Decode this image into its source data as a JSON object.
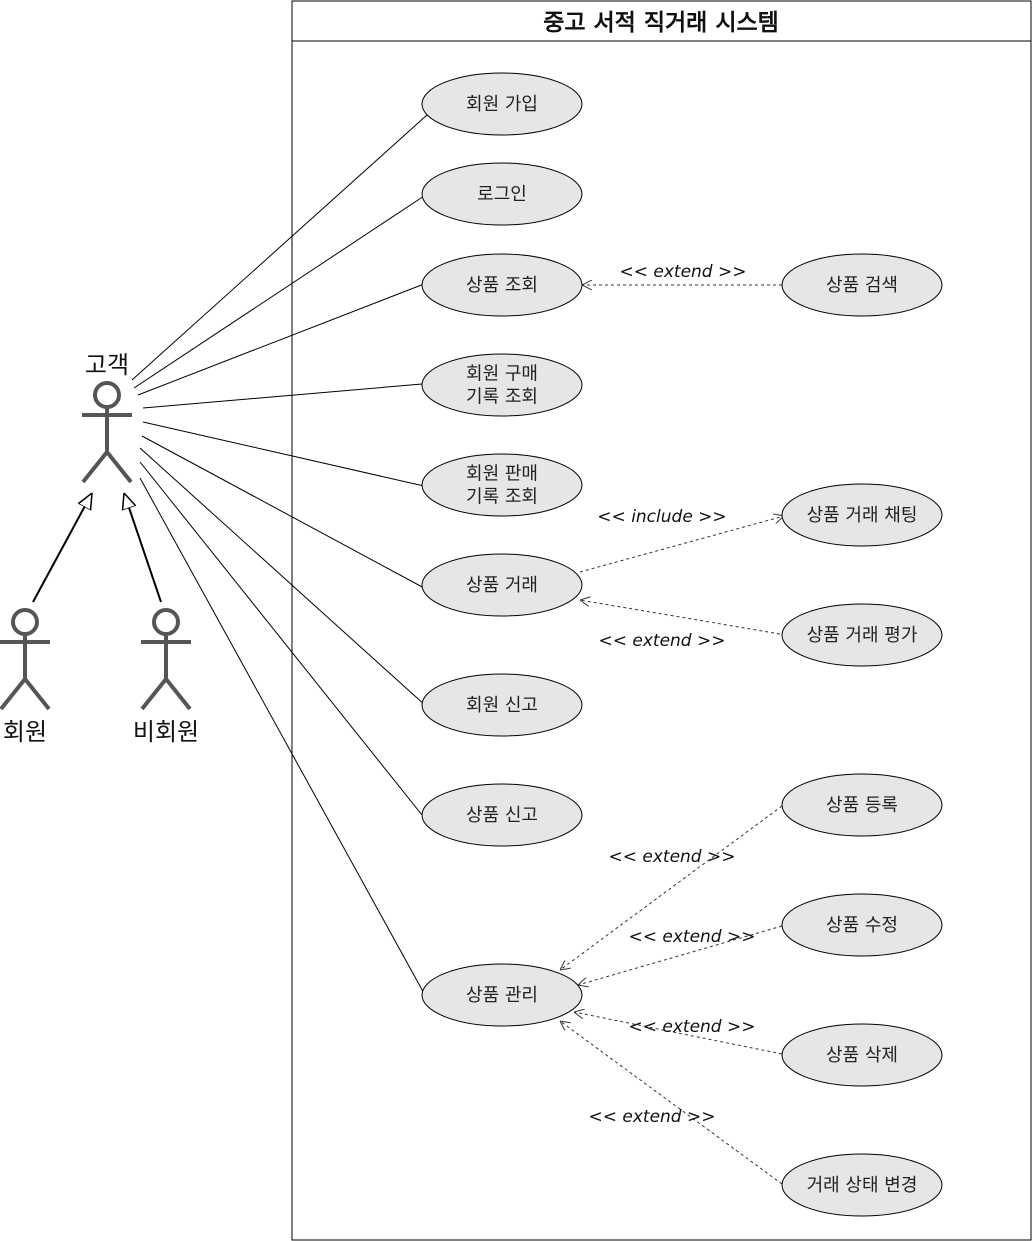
{
  "system": {
    "title": "중고 서적 직거래 시스템"
  },
  "actors": [
    {
      "id": "customer",
      "label": "고객"
    },
    {
      "id": "member",
      "label": "회원"
    },
    {
      "id": "guest",
      "label": "비회원"
    }
  ],
  "use_cases": [
    {
      "id": "signup",
      "lines": [
        "회원 가입"
      ]
    },
    {
      "id": "login",
      "lines": [
        "로그인"
      ]
    },
    {
      "id": "view",
      "lines": [
        "상품 조회"
      ]
    },
    {
      "id": "buy_hist",
      "lines": [
        "회원 구매",
        "기록 조회"
      ]
    },
    {
      "id": "sell_hist",
      "lines": [
        "회원 판매",
        "기록 조회"
      ]
    },
    {
      "id": "trade",
      "lines": [
        "상품 거래"
      ]
    },
    {
      "id": "report_member",
      "lines": [
        "회원 신고"
      ]
    },
    {
      "id": "report_item",
      "lines": [
        "상품 신고"
      ]
    },
    {
      "id": "manage",
      "lines": [
        "상품 관리"
      ]
    },
    {
      "id": "search",
      "lines": [
        "상품 검색"
      ]
    },
    {
      "id": "chat",
      "lines": [
        "상품 거래 채팅"
      ]
    },
    {
      "id": "rate",
      "lines": [
        "상품 거래 평가"
      ]
    },
    {
      "id": "register",
      "lines": [
        "상품 등록"
      ]
    },
    {
      "id": "edit",
      "lines": [
        "상품 수정"
      ]
    },
    {
      "id": "delete",
      "lines": [
        "상품 삭제"
      ]
    },
    {
      "id": "status",
      "lines": [
        "거래 상태 변경"
      ]
    }
  ],
  "relations": [
    {
      "from": "search",
      "to": "view",
      "label": "<< extend >>"
    },
    {
      "from": "trade",
      "to": "chat",
      "label": "<<  include >>"
    },
    {
      "from": "rate",
      "to": "trade",
      "label": "<< extend >>"
    },
    {
      "from": "register",
      "to": "manage",
      "label": "<< extend >>"
    },
    {
      "from": "edit",
      "to": "manage",
      "label": "<< extend >>"
    },
    {
      "from": "delete",
      "to": "manage",
      "label": "<< extend >>"
    },
    {
      "from": "status",
      "to": "manage",
      "label": "<< extend >>"
    }
  ]
}
